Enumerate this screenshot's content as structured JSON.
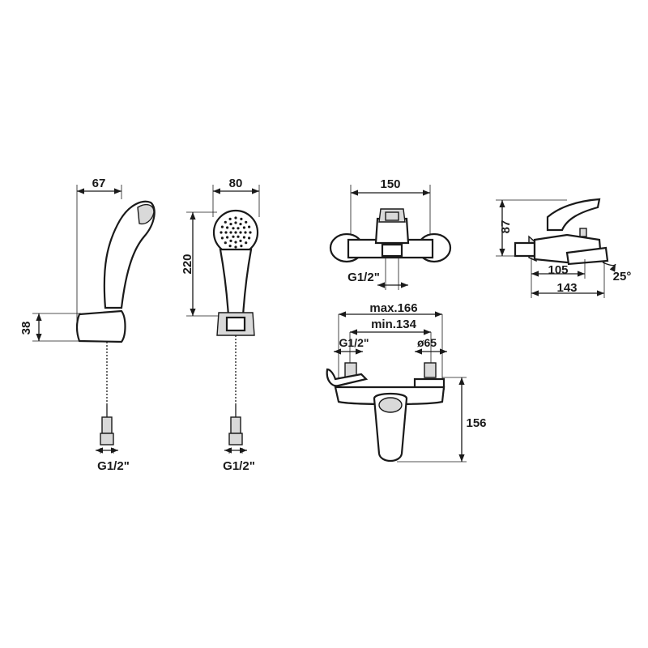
{
  "handshower_side": {
    "width_dim": "67",
    "holder_dim": "38",
    "thread_label": "G1/2\""
  },
  "handshower_front": {
    "width_dim": "80",
    "height_dim": "220",
    "thread_label": "G1/2\""
  },
  "mixer_front": {
    "width_dim": "150",
    "thread_label": "G1/2\""
  },
  "mixer_side": {
    "height_dim": "87",
    "spout_dim_1": "105",
    "spout_dim_2": "143",
    "angle_dim": "25°"
  },
  "mixer_top": {
    "max_spacing": "max.166",
    "min_spacing": "min.134",
    "thread_label": "G1/2\"",
    "rosette_diameter": "ø65",
    "depth_dim": "156"
  }
}
